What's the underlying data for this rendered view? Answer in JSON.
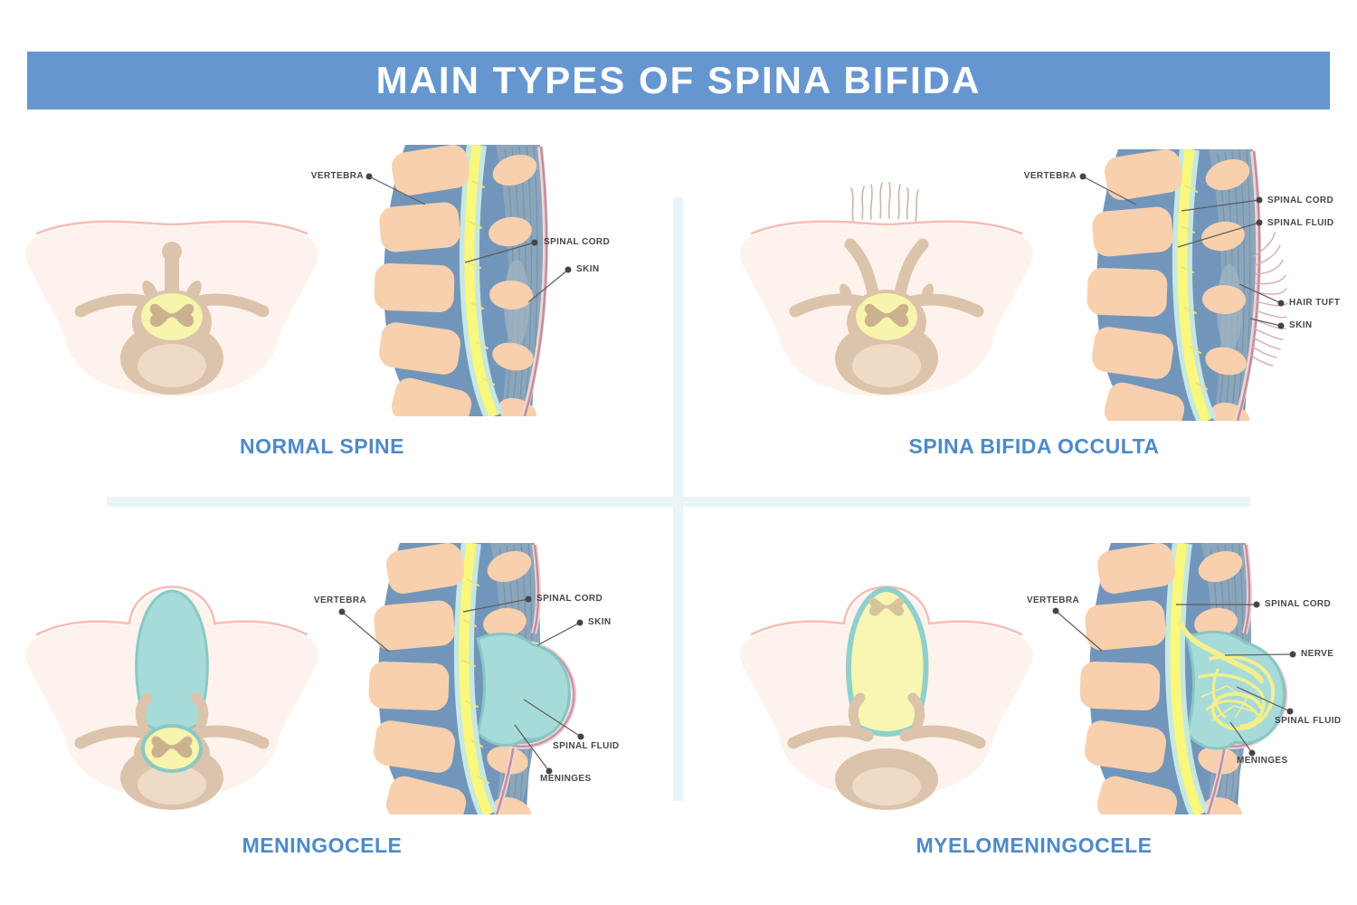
{
  "title": "MAIN TYPES OF SPINA BIFIDA",
  "colors": {
    "banner_blue": "#6596cf",
    "caption_blue": "#4e8ac8",
    "label_text": "#474747",
    "bone_peach": "#f8d0ae",
    "disc_blue": "#7296bb",
    "muscle_gray_blue": "#8ba6bc",
    "spinal_cord_yellow": "#f9f77c",
    "cord_sheath_teal": "#c6e8e1",
    "skin_line_mauve": "#c08da3",
    "sac_fluid_teal": "#a7dbd9",
    "sac_nerve_yellow": "#f8f6b2",
    "cross_section_body": "#fdf3ec",
    "vertebra_tan": "#dcc3ab",
    "canal_yellow": "#f7f4ab",
    "divider_light_blue": "#eaf4f9"
  },
  "quadrants": [
    {
      "caption": "NORMAL SPINE",
      "labels": {
        "vertebra": "VERTEBRA",
        "spinal_cord": "SPINAL CORD",
        "skin": "SKIN"
      }
    },
    {
      "caption": "SPINA BIFIDA OCCULTA",
      "labels": {
        "vertebra": "VERTEBRA",
        "spinal_cord": "SPINAL CORD",
        "spinal_fluid": "SPINAL FLUID",
        "hair_tuft": "HAIR TUFT",
        "skin": "SKIN"
      }
    },
    {
      "caption": "MENINGOCELE",
      "labels": {
        "vertebra": "VERTEBRA",
        "spinal_cord": "SPINAL CORD",
        "skin": "SKIN",
        "spinal_fluid": "SPINAL FLUID",
        "meninges": "MENINGES"
      }
    },
    {
      "caption": "MYELOMENINGOCELE",
      "labels": {
        "vertebra": "VERTEBRA",
        "spinal_cord": "SPINAL CORD",
        "nerve": "NERVE",
        "spinal_fluid": "SPINAL FLUID",
        "meninges": "MENINGES"
      }
    }
  ]
}
